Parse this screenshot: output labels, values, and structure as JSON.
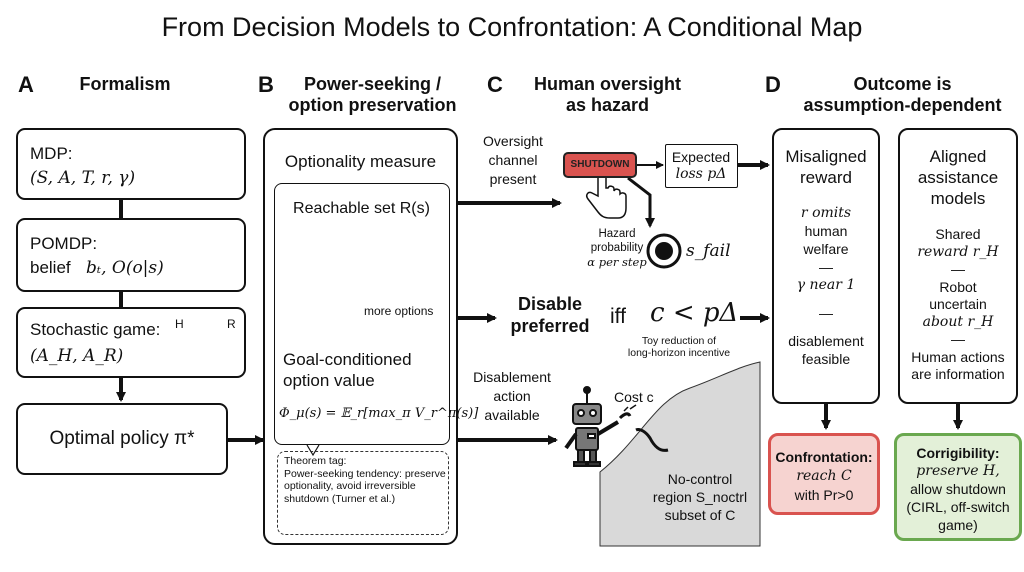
{
  "title": "From Decision Models to Confrontation: A Conditional Map",
  "panels": {
    "A": {
      "letter": "A",
      "heading": "Formalism",
      "mdp_label": "MDP:",
      "mdp_tuple": "(S, A, T, r, γ)",
      "pomdp_label": "POMDP:",
      "pomdp_belief_prefix": "belief",
      "pomdp_belief": "bₜ, O(o|s)",
      "sg_label": "Stochastic game:",
      "sg_tuple": "(A_H, A_R)",
      "sg_h": "H",
      "sg_r": "R",
      "policy_label": "Optimal policy π*"
    },
    "B": {
      "letter": "B",
      "heading_line1": "Power-seeking /",
      "heading_line2": "option preservation",
      "optionality": "Optionality measure",
      "reachable": "Reachable set R(s)",
      "more_options": "more options",
      "goal_line1": "Goal-conditioned",
      "goal_line2": "option value",
      "formula": "Φ_μ(s) = 𝔼_r[max_π V_r^π(s)]",
      "theorem_tag": "Theorem tag:",
      "theorem_line1": "Power-seeking tendency: preserve",
      "theorem_line2": "optionality, avoid irreversible",
      "theorem_line3": "shutdown (Turner et al.)"
    },
    "C": {
      "letter": "C",
      "heading_line1": "Human oversight",
      "heading_line2": "as hazard",
      "oversight_line1": "Oversight",
      "oversight_line2": "channel",
      "oversight_line3": "present",
      "shutdown": "SHUTDOWN",
      "expected_line1": "Expected",
      "expected_line2": "loss pΔ",
      "hazard_line1": "Hazard",
      "hazard_line2": "probability",
      "hazard_line3": "α per step",
      "s_fail": "s_fail",
      "disable_line1": "Disable",
      "disable_line2": "preferred",
      "iff": "iff",
      "condition": "c < pΔ",
      "toy_line1": "Toy reduction of",
      "toy_line2": "long-horizon incentive",
      "disable_action_line1": "Disablement",
      "disable_action_line2": "action",
      "disable_action_line3": "available",
      "cost": "Cost c",
      "nocontrol_line1": "No-control",
      "nocontrol_line2": "region S_noctrl",
      "nocontrol_line3": "subset of C"
    },
    "D": {
      "letter": "D",
      "heading_line1": "Outcome is",
      "heading_line2": "assumption-dependent",
      "misaligned_line1": "Misaligned",
      "misaligned_line2": "reward",
      "mis_r_omits": "r omits",
      "mis_human": "human",
      "mis_welfare": "welfare",
      "mis_dash1": "—",
      "mis_gamma": "γ near 1",
      "mis_dash2": "—",
      "mis_disablement": "disablement",
      "mis_feasible": "feasible",
      "aligned_line1": "Aligned",
      "aligned_line2": "assistance",
      "aligned_line3": "models",
      "al_shared": "Shared",
      "al_reward": "reward r_H",
      "al_dash1": "—",
      "al_robot": "Robot",
      "al_uncertain": "uncertain",
      "al_about": "about r_H",
      "al_dash2": "—",
      "al_human_actions": "Human actions",
      "al_information": "are information",
      "conf_title": "Confrontation:",
      "conf_line1": "reach C",
      "conf_line2": "with Pr>0",
      "corr_title": "Corrigibility:",
      "corr_line1": "preserve H,",
      "corr_line2": "allow shutdown",
      "corr_line3": "(CIRL, off-switch",
      "corr_line4": "game)"
    }
  },
  "colors": {
    "confrontation_fill": "#f6d3d0",
    "confrontation_border": "#d9534f",
    "corrigibility_fill": "#e3f0d8",
    "corrigibility_border": "#6aa84f",
    "shutdown_button": "#d9534f",
    "region_fill": "#d9d9d9"
  }
}
